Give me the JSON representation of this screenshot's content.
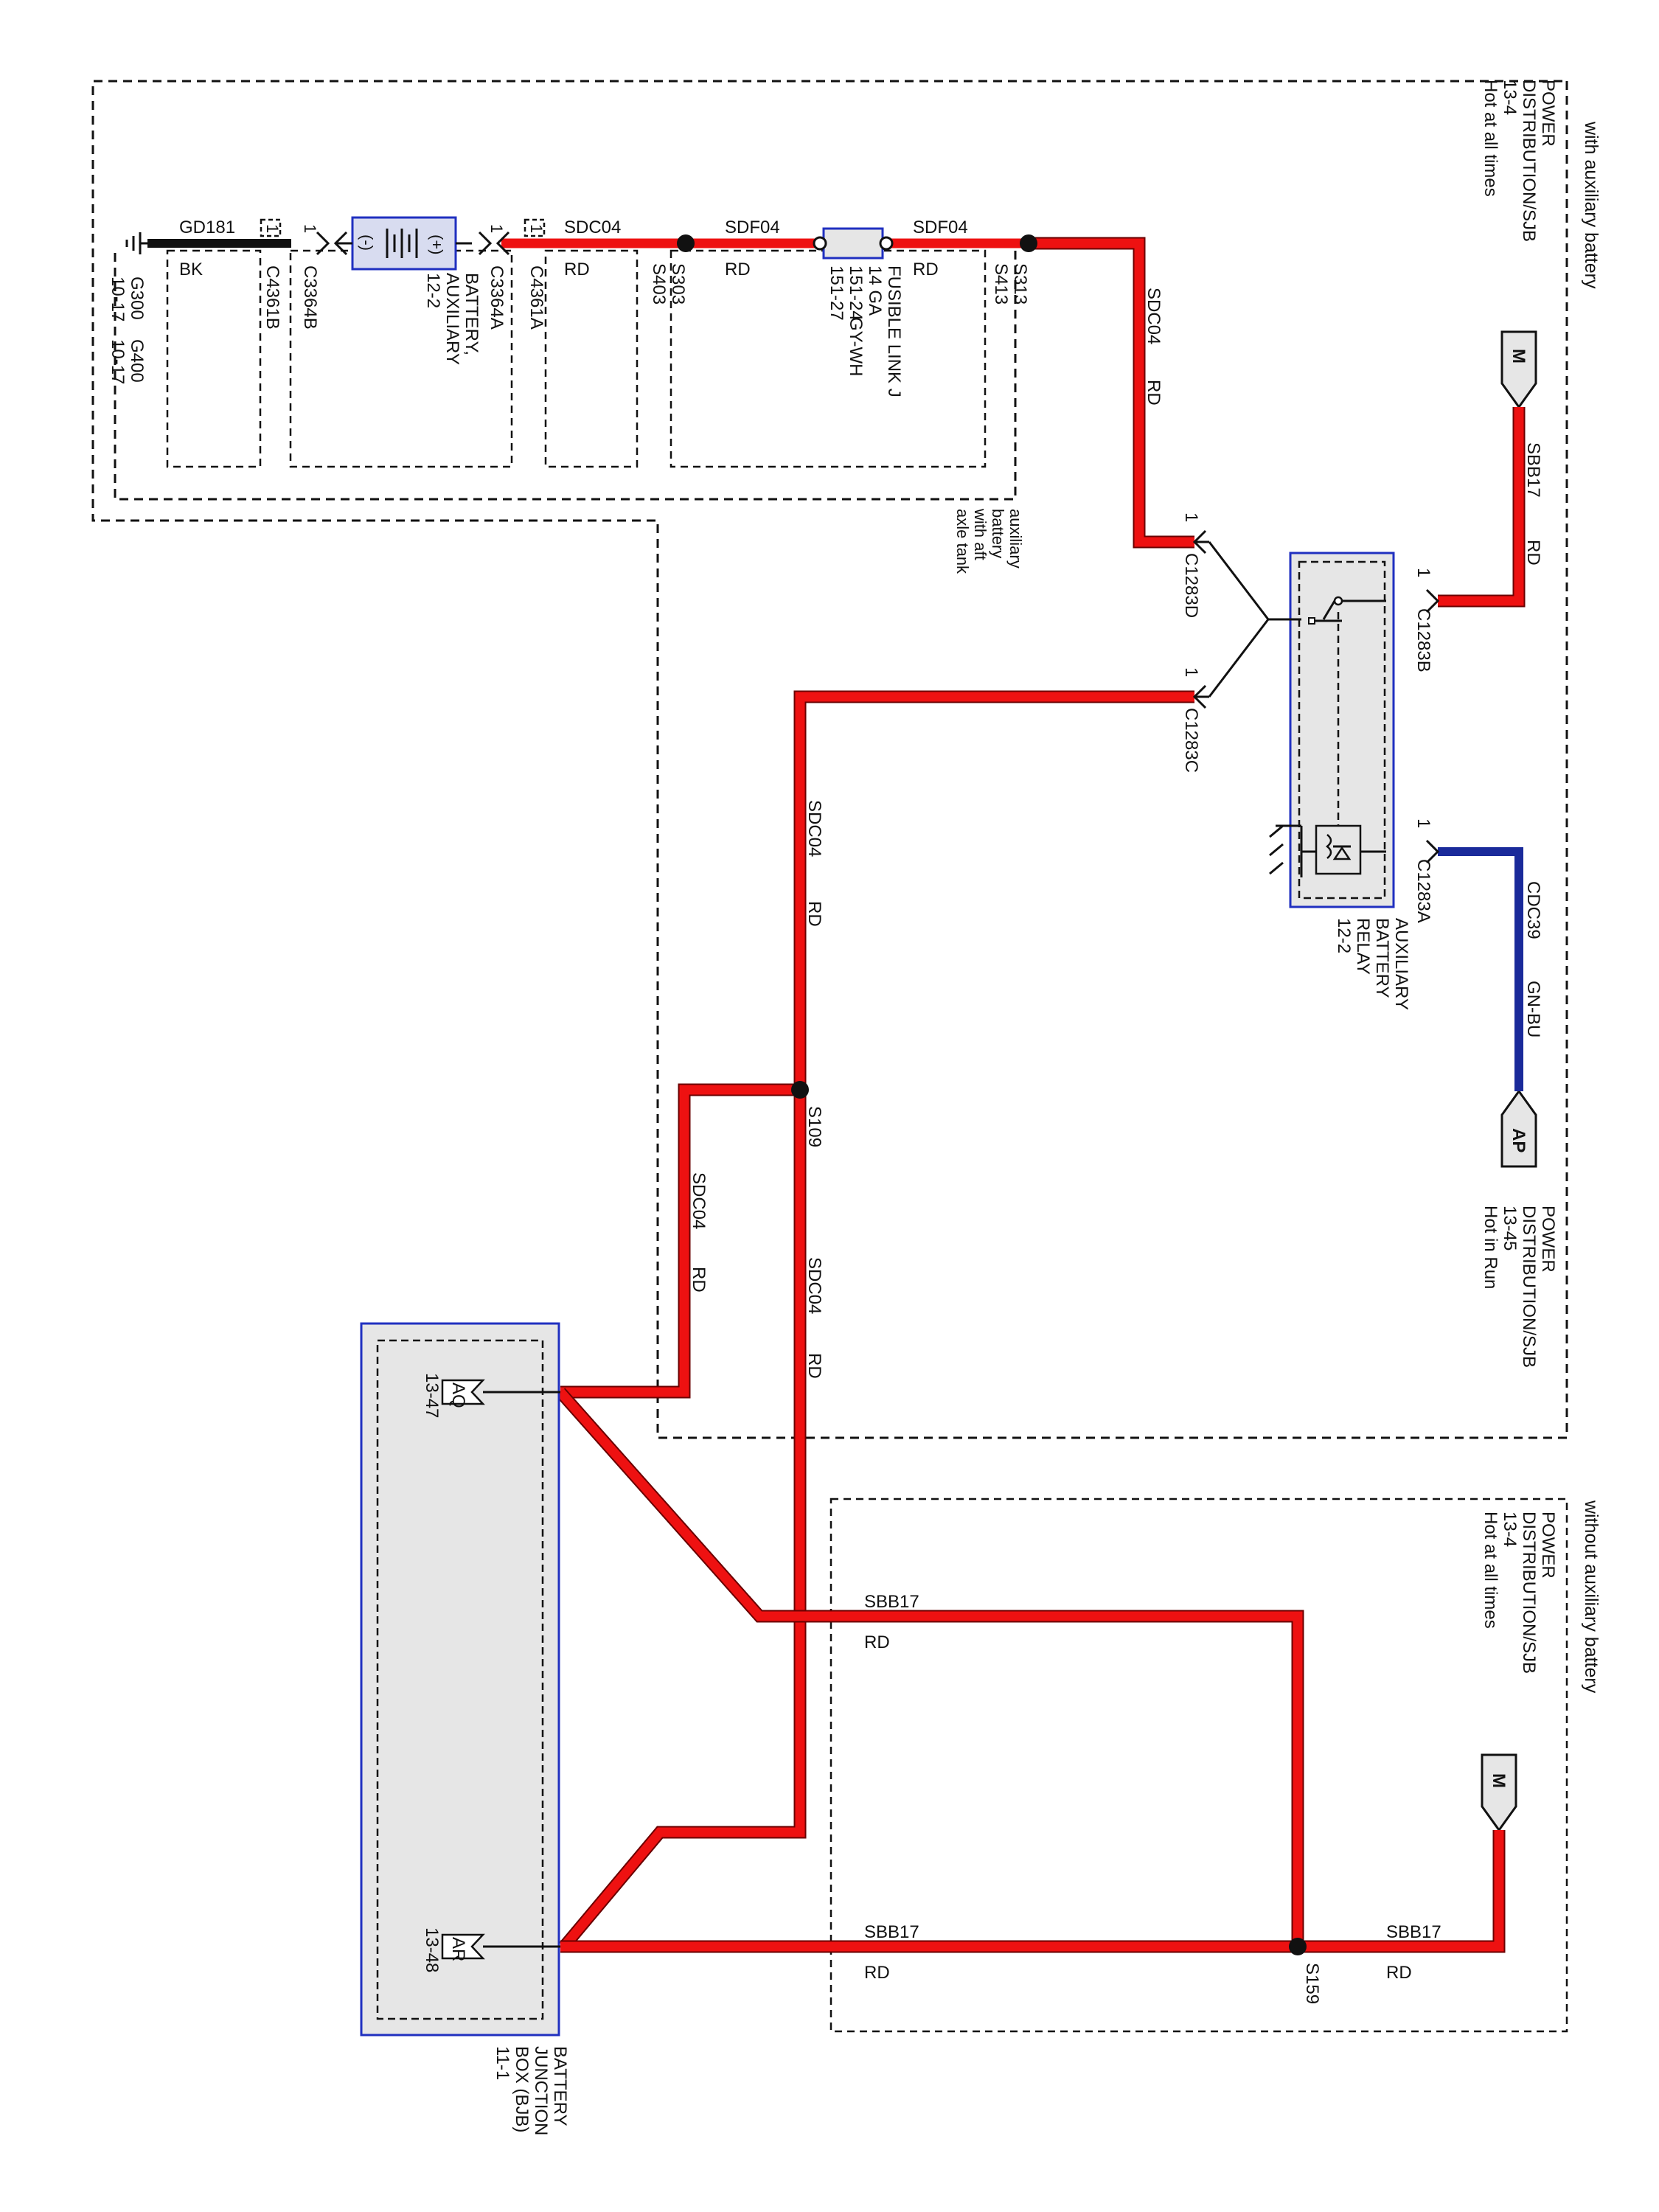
{
  "zones": {
    "with_aux": "with auxiliary battery",
    "without_aux": "without auxiliary battery",
    "aft_axle_lines": [
      "auxiliary",
      "battery",
      "with aft",
      "axle tank"
    ]
  },
  "sources": {
    "m_top": {
      "pin": "M",
      "lines": [
        "POWER",
        "DISTRIBUTION/SJB",
        "13-4",
        "Hot at all times"
      ]
    },
    "ap": {
      "pin": "AP",
      "lines": [
        "POWER",
        "DISTRIBUTION/SJB",
        "13-45",
        "Hot in Run"
      ]
    },
    "m_bottom": {
      "pin": "M",
      "lines": [
        "POWER",
        "DISTRIBUTION/SJB",
        "13-4",
        "Hot at all times"
      ]
    }
  },
  "relay": {
    "lines": [
      "AUXILIARY",
      "BATTERY",
      "RELAY",
      "12-2"
    ],
    "pin_b": "1",
    "conn_b": "C1283B",
    "pin_a": "1",
    "conn_a": "C1283A",
    "pin_d": "1",
    "conn_d": "C1283D",
    "pin_c": "1",
    "conn_c": "C1283C"
  },
  "fusible_link": {
    "lines": [
      "FUSIBLE LINK J",
      "14 GA",
      "GY-WH",
      "151-24",
      "151-27"
    ]
  },
  "battery": {
    "lines": [
      "BATTERY,",
      "AUXILIARY",
      "12-2"
    ],
    "plus": "(+)",
    "minus": "(-)"
  },
  "bjb": {
    "lines": [
      "BATTERY",
      "JUNCTION",
      "BOX (BJB)",
      "11-1"
    ],
    "pin_aq": "AQ",
    "page_aq": "13-47",
    "pin_ar": "AR",
    "page_ar": "13-48"
  },
  "ground": {
    "g300": "G300",
    "g300_page": "10-17",
    "g400": "G400",
    "g400_page": "10-17"
  },
  "wires": {
    "sbb17": "SBB17",
    "rd": "RD",
    "cdc39": "CDC39",
    "gnbu": "GN-BU",
    "sdc04": "SDC04",
    "sdf04": "SDF04",
    "gd181": "GD181",
    "bk": "BK"
  },
  "connectors": {
    "c4361a": "C4361A",
    "c3364a": "C3364A",
    "c3364b": "C3364B",
    "c4361b": "C4361B",
    "one": "1"
  },
  "splices": {
    "s313": "S313",
    "s413": "S413",
    "s303": "S303",
    "s403": "S403",
    "s109": "S109",
    "s159": "S159"
  }
}
